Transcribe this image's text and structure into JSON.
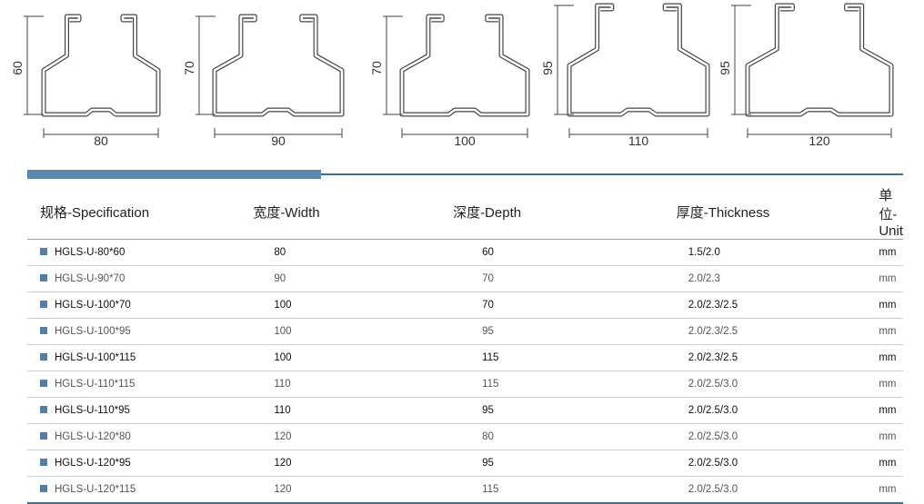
{
  "diagram": {
    "profiles": [
      {
        "width_label": "80",
        "depth_label": "60"
      },
      {
        "width_label": "90",
        "depth_label": "70"
      },
      {
        "width_label": "100",
        "depth_label": "70"
      },
      {
        "width_label": "110",
        "depth_label": "95"
      },
      {
        "width_label": "120",
        "depth_label": "95"
      }
    ]
  },
  "table": {
    "headers": [
      "规格-Specification",
      "宽度-Width",
      "深度-Depth",
      "厚度-Thickness",
      "单位-Unit"
    ],
    "rows": [
      [
        "HGLS-U-80*60",
        "80",
        "60",
        "1.5/2.0",
        "mm"
      ],
      [
        "HGLS-U-90*70",
        "90",
        "70",
        "2.0/2.3",
        "mm"
      ],
      [
        "HGLS-U-100*70",
        "100",
        "70",
        "2.0/2.3/2.5",
        "mm"
      ],
      [
        "HGLS-U-100*95",
        "100",
        "95",
        "2.0/2.3/2.5",
        "mm"
      ],
      [
        "HGLS-U-100*115",
        "100",
        "115",
        "2.0/2.3/2.5",
        "mm"
      ],
      [
        "HGLS-U-110*115",
        "110",
        "115",
        "2.0/2.5/3.0",
        "mm"
      ],
      [
        "HGLS-U-110*95",
        "110",
        "95",
        "2.0/2.5/3.0",
        "mm"
      ],
      [
        "HGLS-U-120*80",
        "120",
        "80",
        "2.0/2.5/3.0",
        "mm"
      ],
      [
        "HGLS-U-120*95",
        "120",
        "95",
        "2.0/2.5/3.0",
        "mm"
      ],
      [
        "HGLS-U-120*115",
        "120",
        "115",
        "2.0/2.5/3.0",
        "mm"
      ]
    ],
    "bullet_color": "#4f7fae",
    "accent_color": "#3a6f9c"
  }
}
